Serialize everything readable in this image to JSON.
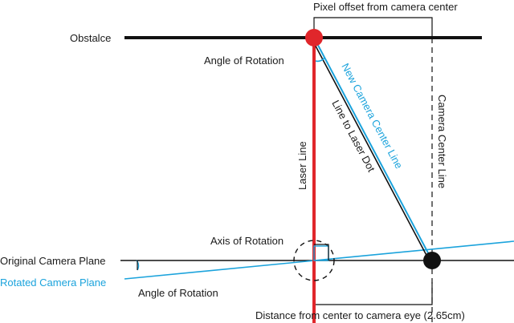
{
  "labels": {
    "pixel_offset": "Pixel offset from camera center",
    "obstacle": "Obstalce",
    "angle_rotation_top": "Angle of Rotation",
    "new_camera_center_line": "New Camera Center Line",
    "line_to_laser_dot": "Line to Laser Dot",
    "camera_center_line": "Camera Center Line",
    "laser_line": "Laser Line",
    "axis_of_rotation": "Axis of Rotation",
    "original_camera_plane": "Original Camera Plane",
    "rotated_camera_plane": "Rotated Camera Plane",
    "angle_rotation_bottom": "Angle of Rotation",
    "distance_center_eye": "Distance from center to camera eye (2.65cm)"
  },
  "colors": {
    "laser": "#e0262b",
    "blue": "#1ba3dc",
    "black": "#111111"
  }
}
